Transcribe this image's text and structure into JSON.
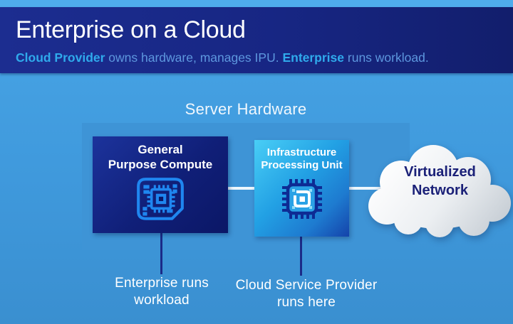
{
  "header": {
    "title": "Enterprise on a Cloud",
    "subtitle_parts": [
      {
        "text": "Cloud Provider",
        "bold": true
      },
      {
        "text": " owns hardware, manages IPU. ",
        "bold": false
      },
      {
        "text": "Enterprise",
        "bold": true
      },
      {
        "text": " runs workload.",
        "bold": false
      }
    ]
  },
  "diagram": {
    "server_hardware_label": "Server Hardware",
    "gpc_box": {
      "label_line1": "General",
      "label_line2": "Purpose Compute",
      "icon": "cpu-chip-icon"
    },
    "ipu_box": {
      "label_line1": "Infrastructure",
      "label_line2": "Processing Unit",
      "icon": "ipu-chip-icon"
    },
    "cloud": {
      "label_line1": "Virtualized",
      "label_line2": "Network"
    },
    "captions": {
      "gpc_line1": "Enterprise runs",
      "gpc_line2": "workload",
      "ipu_line1": "Cloud Service Provider",
      "ipu_line2": "runs here"
    }
  },
  "colors": {
    "top_strip": "#4facec",
    "header_band": "#172683",
    "accent_cyan": "#2faaec",
    "subtitle_regular": "#5d97de",
    "background_blue": "#3f99dc",
    "panel_blue": "#3e94d6",
    "gpc_box_navy": "#101f78",
    "ipu_box_gradient_start": "#49cef6",
    "ipu_box_gradient_end": "#1443aa",
    "connector_navy": "#1b2b88",
    "connector_white": "#ecf6fd",
    "cloud_text_navy": "#1b2178",
    "cpu_icon_blue": "#1f86f0",
    "ipu_icon_navy": "#0d2b94"
  }
}
